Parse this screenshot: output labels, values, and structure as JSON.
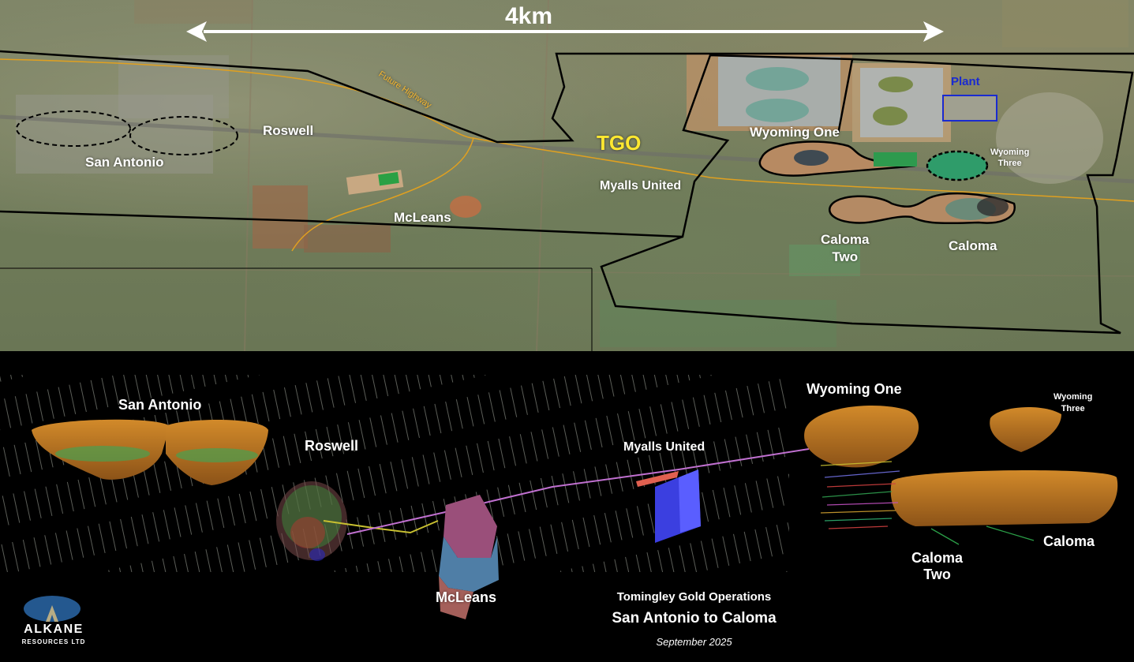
{
  "aerial_map": {
    "scale_bar": {
      "label": "4km"
    },
    "project_label": "TGO",
    "road_label": "Future Highway",
    "plant_label": "Plant",
    "deposits": [
      {
        "name": "San Antonio"
      },
      {
        "name": "Roswell"
      },
      {
        "name": "McLeans"
      },
      {
        "name": "Myalls United"
      },
      {
        "name": "Wyoming One"
      },
      {
        "name": "Wyoming Three",
        "line1": "Wyoming",
        "line2": "Three"
      },
      {
        "name": "Caloma Two",
        "line1": "Caloma",
        "line2": "Two"
      },
      {
        "name": "Caloma"
      }
    ],
    "colors": {
      "tgo": "#ffe830",
      "plant": "#1a2bd0",
      "highway": "#e0a020",
      "boundary": "#000000"
    }
  },
  "model_view": {
    "deposits": [
      {
        "name": "San Antonio"
      },
      {
        "name": "Roswell"
      },
      {
        "name": "McLeans"
      },
      {
        "name": "Myalls United"
      },
      {
        "name": "Wyoming One"
      },
      {
        "name": "Wyoming Three",
        "line1": "Wyoming",
        "line2": "Three"
      },
      {
        "name": "Caloma Two",
        "line1": "Caloma",
        "line2": "Two"
      },
      {
        "name": "Caloma"
      }
    ],
    "colors": {
      "pit": "#c07a1e",
      "decline": "#c070d0",
      "myalls_body": "#3b3fe0",
      "mcleans_upper": "#9a4f7a",
      "mcleans_lower": "#4f7ea6"
    }
  },
  "footer": {
    "subtitle": "Tomingley Gold Operations",
    "title": "San Antonio to Caloma",
    "date": "September 2025"
  },
  "logo": {
    "name": "ALKANE",
    "sub": "RESOURCES LTD"
  }
}
